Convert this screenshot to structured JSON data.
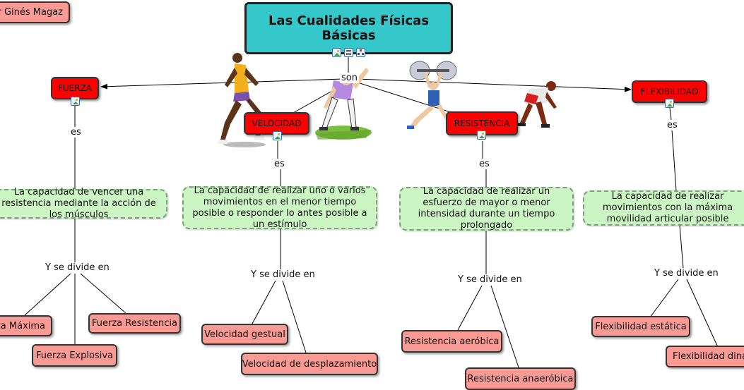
{
  "title": "Las Cualidades Físicas Básicas",
  "author": "ar Ginés Magaz",
  "link_son": "son",
  "link_es": "es",
  "link_divide": "Y se divide en",
  "qualities": [
    {
      "name": "FUERZA",
      "definition": "La capacidad de vencer una resistencia mediante la acción de los músculos",
      "types": [
        "Fuerza Máxima",
        "Fuerza Explosiva",
        "Fuerza Resistencia"
      ]
    },
    {
      "name": "VELOCIDAD",
      "definition": "La capacidad de realizar uno o varios movimientos en el menor tiempo posible o responder lo antes posible a un estímulo",
      "types": [
        "Velocidad gestual",
        "Velocidad de desplazamiento"
      ]
    },
    {
      "name": "RESISTENCIA",
      "definition": "La capacidad de realizar un esfuerzo de mayor o menor intensidad durante un tiempo prolongado",
      "types": [
        "Resistencia aeróbica",
        "Resistencia anaeróbica"
      ]
    },
    {
      "name": "FLEXIBILIDAD",
      "definition": "La capacidad de realizar movimientos con la máxima movilidad articular posible",
      "types": [
        "Flexibilidad estática",
        "Flexibilidad dinámica"
      ]
    }
  ],
  "colors": {
    "title_bg": "#35c8cb",
    "quality_bg": "#ff0000",
    "definition_bg": "#ccf5c4",
    "type_bg": "#f99a95"
  },
  "icons": [
    "image-icon",
    "notes-icon",
    "concept-map-icon",
    "runner-figure",
    "stretching-figure",
    "weightlifter-figure",
    "sprinter-figure"
  ]
}
